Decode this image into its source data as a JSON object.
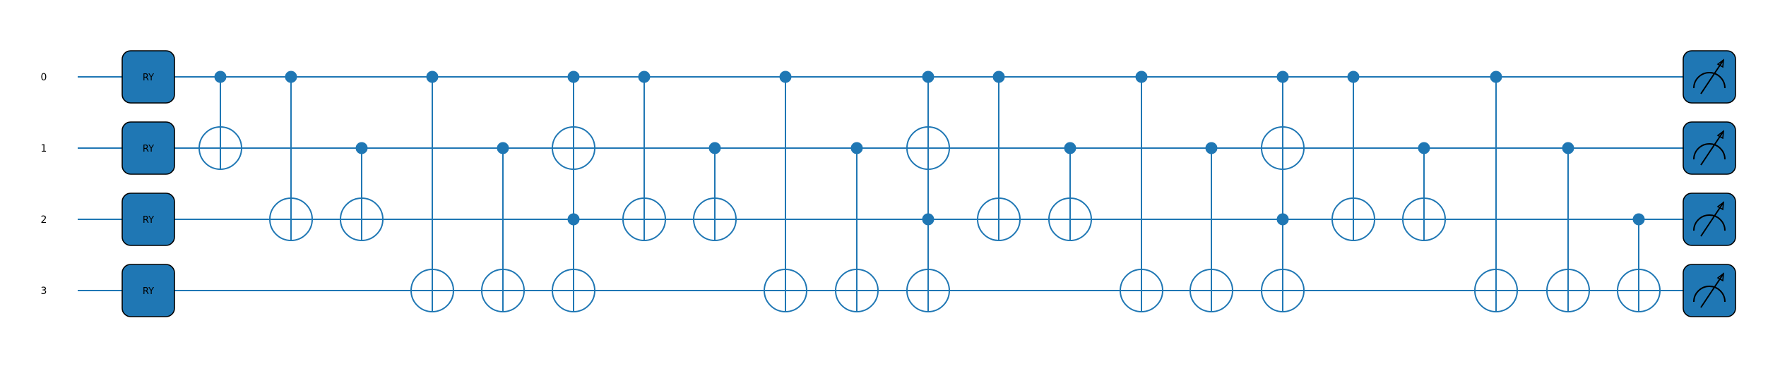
{
  "colors": {
    "accent": "#1f77b4",
    "outline": "#000000",
    "background": "#ffffff"
  },
  "wires": [
    {
      "label": "0"
    },
    {
      "label": "1"
    },
    {
      "label": "2"
    },
    {
      "label": "3"
    }
  ],
  "gates": [
    {
      "type": "RY",
      "wires": [
        0,
        1,
        2,
        3
      ],
      "label": "RY"
    },
    {
      "type": "CNOT",
      "control": 0,
      "target": 1
    },
    {
      "type": "CNOT",
      "control": 0,
      "target": 2
    },
    {
      "type": "CNOT",
      "control": 1,
      "target": 2
    },
    {
      "type": "CNOT",
      "control": 0,
      "target": 3
    },
    {
      "type": "CNOT",
      "control": 1,
      "target": 3
    },
    {
      "type": "Toffoli",
      "controls": [
        0,
        2
      ],
      "targets": [
        1,
        3
      ]
    },
    {
      "type": "CNOT",
      "control": 0,
      "target": 2
    },
    {
      "type": "CNOT",
      "control": 1,
      "target": 2
    },
    {
      "type": "CNOT",
      "control": 0,
      "target": 3
    },
    {
      "type": "CNOT",
      "control": 1,
      "target": 3
    },
    {
      "type": "Toffoli",
      "controls": [
        0,
        2
      ],
      "targets": [
        1,
        3
      ]
    },
    {
      "type": "CNOT",
      "control": 0,
      "target": 2
    },
    {
      "type": "CNOT",
      "control": 1,
      "target": 2
    },
    {
      "type": "CNOT",
      "control": 0,
      "target": 3
    },
    {
      "type": "CNOT",
      "control": 1,
      "target": 3
    },
    {
      "type": "Toffoli",
      "controls": [
        0,
        2
      ],
      "targets": [
        1,
        3
      ]
    },
    {
      "type": "CNOT",
      "control": 0,
      "target": 2
    },
    {
      "type": "CNOT",
      "control": 1,
      "target": 2
    },
    {
      "type": "CNOT",
      "control": 0,
      "target": 3
    },
    {
      "type": "CNOT",
      "control": 1,
      "target": 3
    },
    {
      "type": "CNOT",
      "control": 2,
      "target": 3
    },
    {
      "type": "Measure",
      "wires": [
        0,
        1,
        2,
        3
      ],
      "icon": "meter-icon"
    }
  ]
}
